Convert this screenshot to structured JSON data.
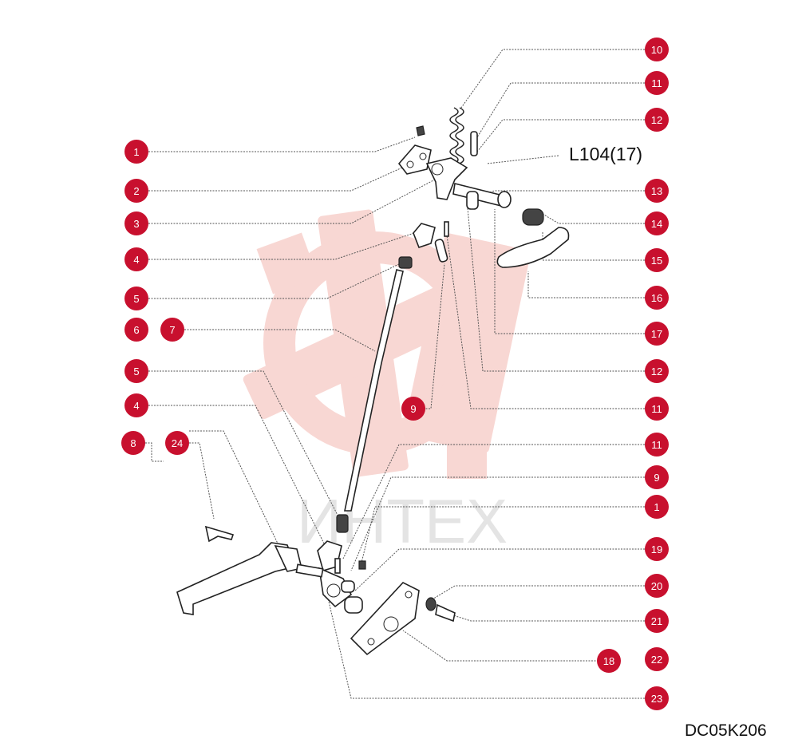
{
  "diagram": {
    "reference_label": "L104(17)",
    "diagram_code": "DC05K206",
    "watermark_text": "ИНТЕХ",
    "callout_color": "#c8102e",
    "watermark_color": "#f4b7b0",
    "callouts": [
      {
        "id": "c1a",
        "number": "1"
      },
      {
        "id": "c2",
        "number": "2"
      },
      {
        "id": "c3",
        "number": "3"
      },
      {
        "id": "c4a",
        "number": "4"
      },
      {
        "id": "c5a",
        "number": "5"
      },
      {
        "id": "c6",
        "number": "6"
      },
      {
        "id": "c7",
        "number": "7"
      },
      {
        "id": "c5b",
        "number": "5"
      },
      {
        "id": "c4b",
        "number": "4"
      },
      {
        "id": "c8",
        "number": "8"
      },
      {
        "id": "c24",
        "number": "24"
      },
      {
        "id": "c9a",
        "number": "9"
      },
      {
        "id": "c10",
        "number": "10"
      },
      {
        "id": "c11a",
        "number": "11"
      },
      {
        "id": "c12a",
        "number": "12"
      },
      {
        "id": "c13",
        "number": "13"
      },
      {
        "id": "c14",
        "number": "14"
      },
      {
        "id": "c15",
        "number": "15"
      },
      {
        "id": "c16",
        "number": "16"
      },
      {
        "id": "c17",
        "number": "17"
      },
      {
        "id": "c12b",
        "number": "12"
      },
      {
        "id": "c11b",
        "number": "11"
      },
      {
        "id": "c11c",
        "number": "11"
      },
      {
        "id": "c9b",
        "number": "9"
      },
      {
        "id": "c1b",
        "number": "1"
      },
      {
        "id": "c19",
        "number": "19"
      },
      {
        "id": "c20",
        "number": "20"
      },
      {
        "id": "c21",
        "number": "21"
      },
      {
        "id": "c18",
        "number": "18"
      },
      {
        "id": "c22",
        "number": "22"
      },
      {
        "id": "c23",
        "number": "23"
      }
    ]
  }
}
